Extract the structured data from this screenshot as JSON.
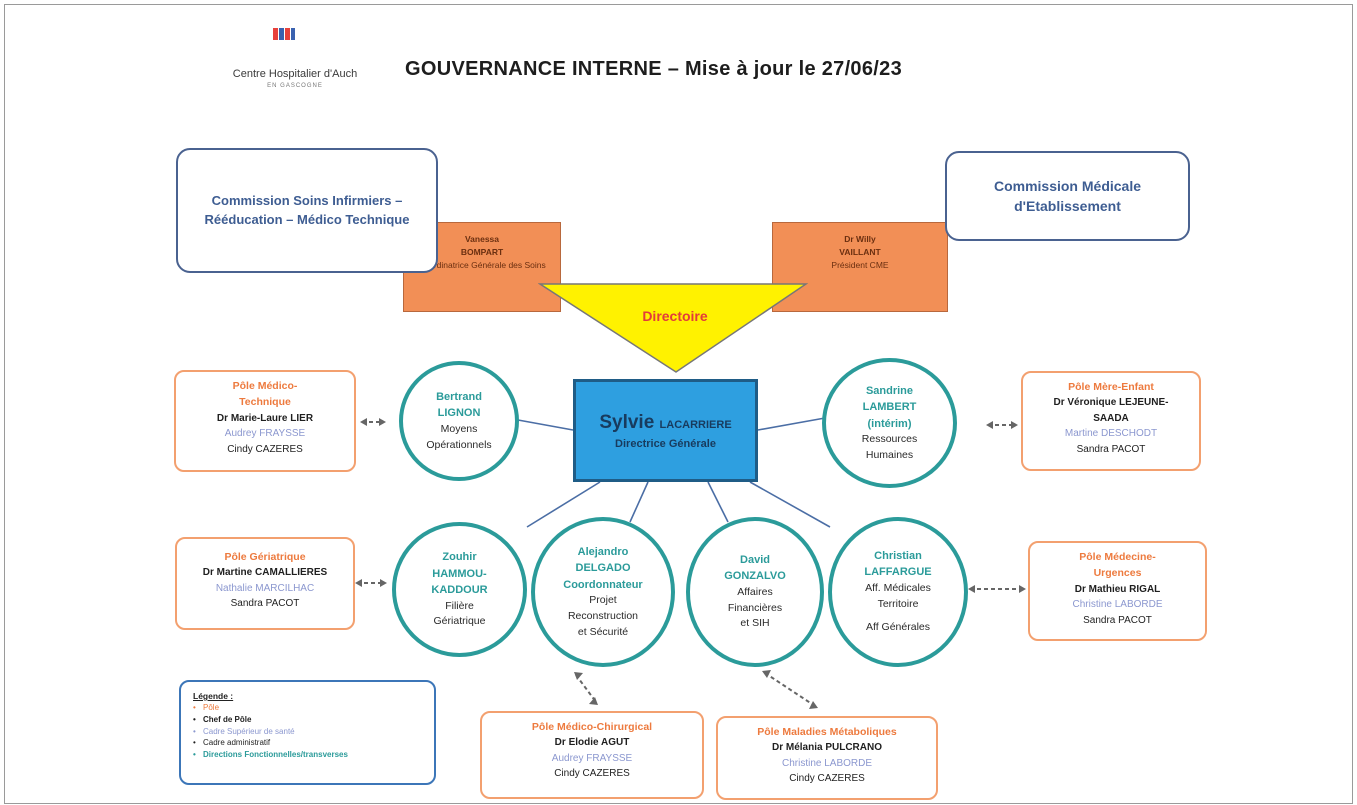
{
  "header": {
    "logo_name": "Centre Hospitalier d'Auch",
    "logo_sub": "EN GASCOGNE",
    "title": "GOUVERNANCE INTERNE – Mise à jour le 27/06/23"
  },
  "commissions": {
    "left": "Commission Soins Infirmiers – Rééducation – Médico Technique",
    "right": "Commission Médicale d'Etablissement"
  },
  "leaders": {
    "left": {
      "first": "Vanessa",
      "last": "BOMPART",
      "role": "Coordinatrice Générale des Soins"
    },
    "right": {
      "first": "Dr Willy",
      "last": "VAILLANT",
      "role": "Président CME"
    }
  },
  "directoire": "Directoire",
  "center": {
    "first": "Sylvie",
    "last": "LACARRIERE",
    "role": "Directrice Générale"
  },
  "circles": {
    "lignon": {
      "first": "Bertrand",
      "last": "LIGNON",
      "role1": "Moyens",
      "role2": "Opérationnels"
    },
    "lambert": {
      "first": "Sandrine",
      "last": "LAMBERT",
      "extra": "(intérim)",
      "role1": "Ressources",
      "role2": "Humaines"
    },
    "hammou": {
      "first": "Zouhir",
      "last1": "HAMMOU-",
      "last2": "KADDOUR",
      "role1": "Filière",
      "role2": "Gériatrique"
    },
    "delgado": {
      "first": "Alejandro",
      "last": "DELGADO",
      "title": "Coordonnateur",
      "role1": "Projet",
      "role2": "Reconstruction",
      "role3": "et Sécurité"
    },
    "gonzalvo": {
      "first": "David",
      "last": "GONZALVO",
      "role1": "Affaires",
      "role2": "Financières",
      "role3": "et SIH"
    },
    "laffargue": {
      "first": "Christian",
      "last": "LAFFARGUE",
      "role1": "Aff. Médicales",
      "role2": "Territoire",
      "role3": "Aff Générales"
    }
  },
  "poles": {
    "medico_technique": {
      "title1": "Pôle Médico-",
      "title2": "Technique",
      "chef": "Dr Marie-Laure LIER",
      "cadre": "Audrey FRAYSSE",
      "admin": "Cindy CAZERES"
    },
    "mere_enfant": {
      "title1": "Pôle Mère-Enfant",
      "chef1": "Dr Véronique LEJEUNE-",
      "chef2": "SAADA",
      "cadre": "Martine DESCHODT",
      "admin": "Sandra PACOT"
    },
    "geriatrique": {
      "title1": "Pôle Gériatrique",
      "chef": "Dr Martine CAMALLIERES",
      "cadre": "Nathalie MARCILHAC",
      "admin": "Sandra PACOT"
    },
    "medecine_urgences": {
      "title1": "Pôle Médecine-",
      "title2": "Urgences",
      "chef": "Dr Mathieu RIGAL",
      "cadre": "Christine LABORDE",
      "admin": "Sandra PACOT"
    },
    "medico_chirurgical": {
      "title1": "Pôle Médico-Chirurgical",
      "chef": "Dr Elodie AGUT",
      "cadre": "Audrey FRAYSSE",
      "admin": "Cindy CAZERES"
    },
    "maladies_metaboliques": {
      "title1": "Pôle Maladies Métaboliques",
      "chef": "Dr Mélania PULCRANO",
      "cadre": "Christine LABORDE",
      "admin": "Cindy CAZERES"
    }
  },
  "legend": {
    "title": "Légende :",
    "items": [
      "Pôle",
      "Chef de Pôle",
      "Cadre Supérieur de santé",
      "Cadre administratif",
      "Directions Fonctionnelles/transverses"
    ]
  },
  "colors": {
    "pole": "#ed7a3e",
    "chef": "#1f1f1f",
    "cadre_sup": "#8b97cf",
    "cadre_admin": "#1f1f1f",
    "directions": "#2b9b9a",
    "directoire_fill": "#fff200",
    "directoire_text": "#e23b3b",
    "center_fill": "#2e9fe0",
    "commission_border": "#4a6290"
  },
  "icons": [
    "logo-icon",
    "double-arrow-icon"
  ]
}
